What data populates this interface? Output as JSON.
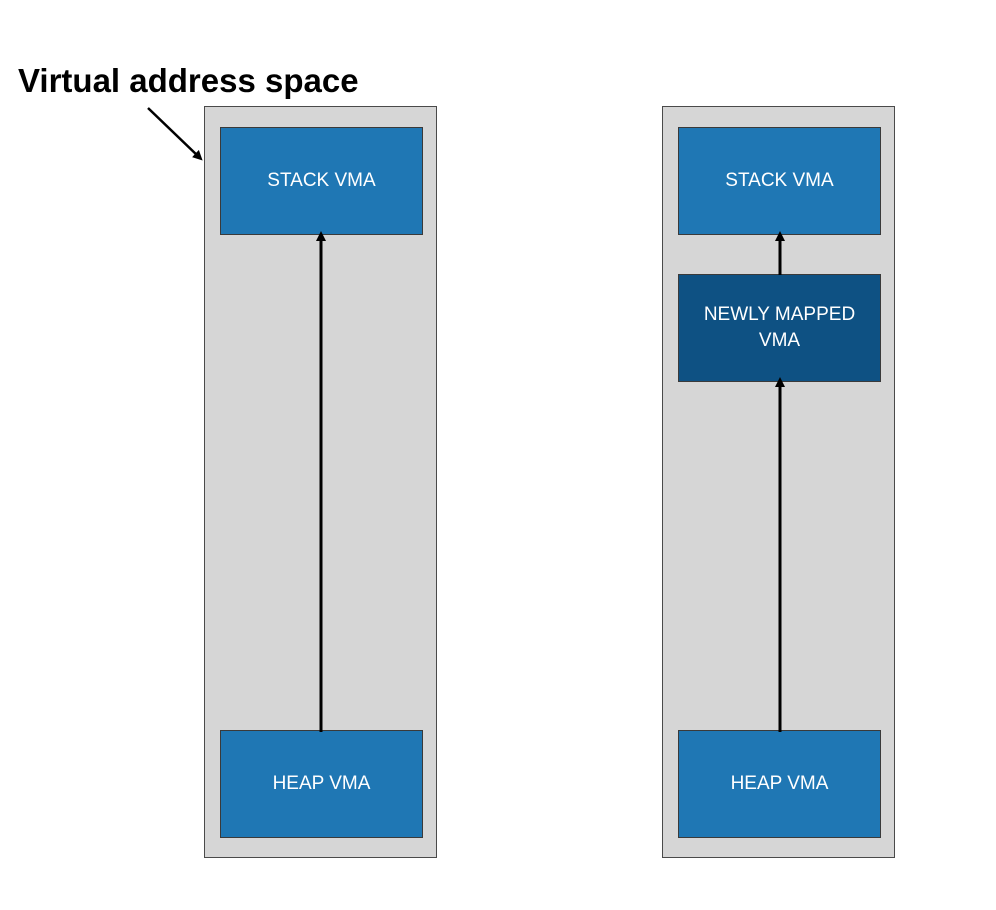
{
  "title": "Virtual address space",
  "colors": {
    "vma_fill": "#1f77b4",
    "new_vma_fill": "#0e5183",
    "column_fill": "#d6d6d6",
    "arrow": "#000000"
  },
  "left": {
    "stack_label": "STACK VMA",
    "heap_label": "HEAP VMA"
  },
  "right": {
    "stack_label": "STACK VMA",
    "new_label": "NEWLY MAPPED VMA",
    "heap_label": "HEAP VMA"
  }
}
